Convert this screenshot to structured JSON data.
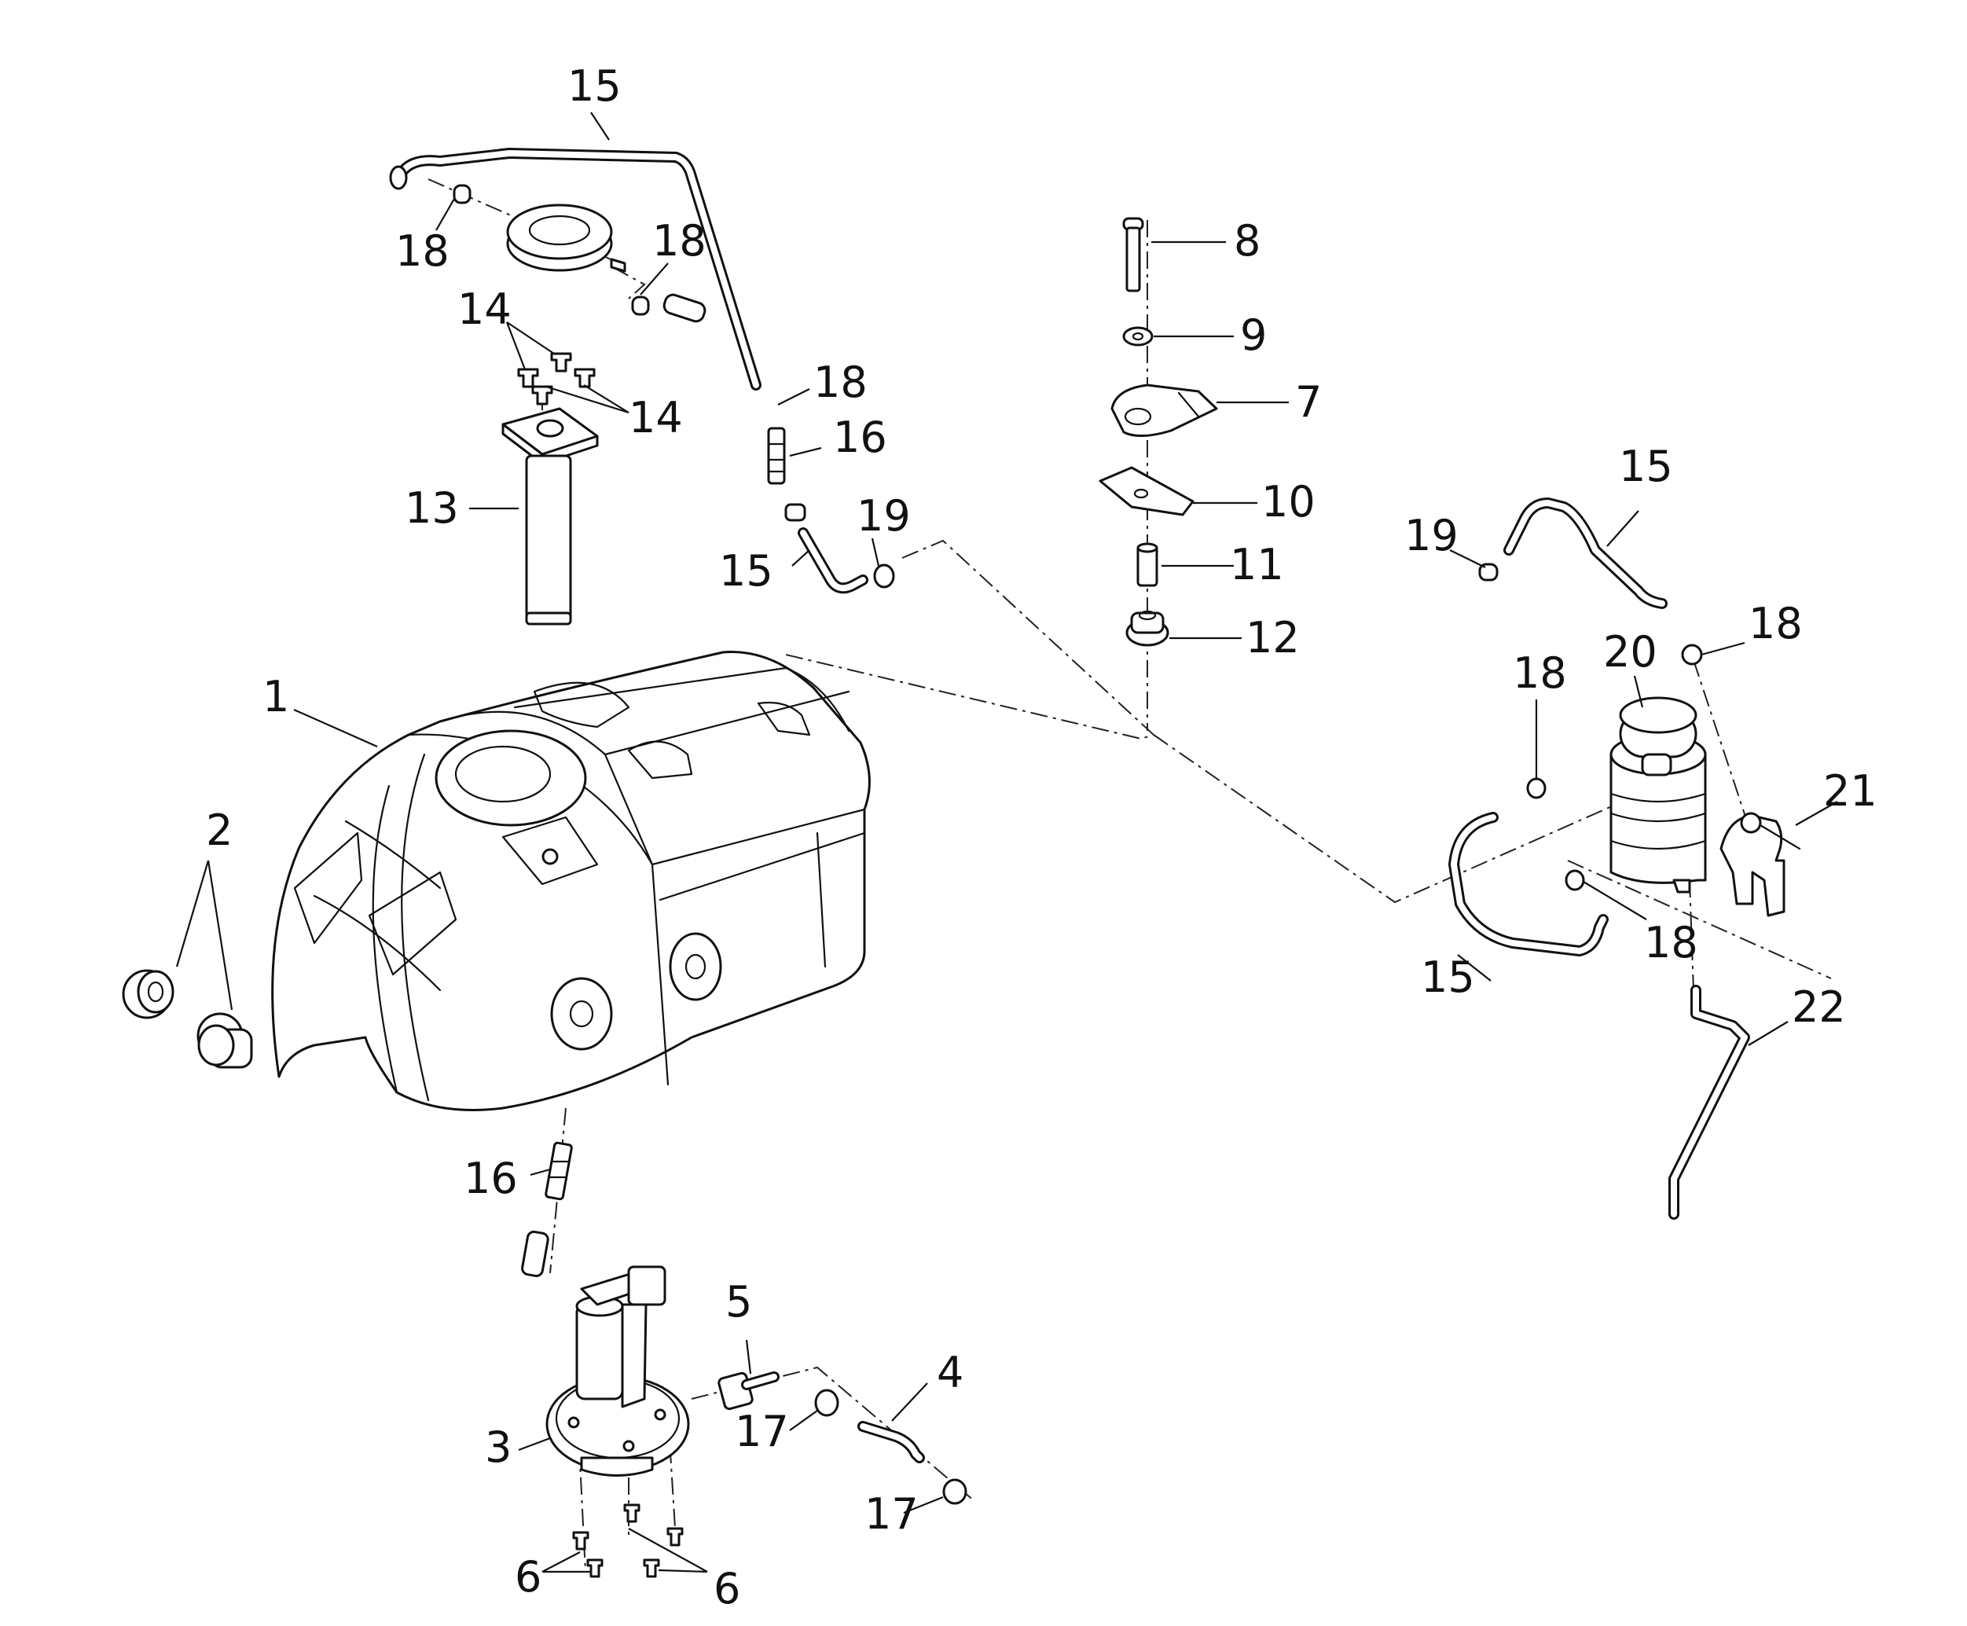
{
  "diagram": {
    "callouts": [
      "15",
      "18",
      "18",
      "14",
      "14",
      "13",
      "18",
      "16",
      "19",
      "15",
      "1",
      "2",
      "16",
      "5",
      "4",
      "3",
      "17",
      "17",
      "6",
      "6",
      "8",
      "9",
      "7",
      "10",
      "11",
      "12",
      "15",
      "19",
      "18",
      "18",
      "20",
      "21",
      "15",
      "18",
      "22"
    ]
  }
}
